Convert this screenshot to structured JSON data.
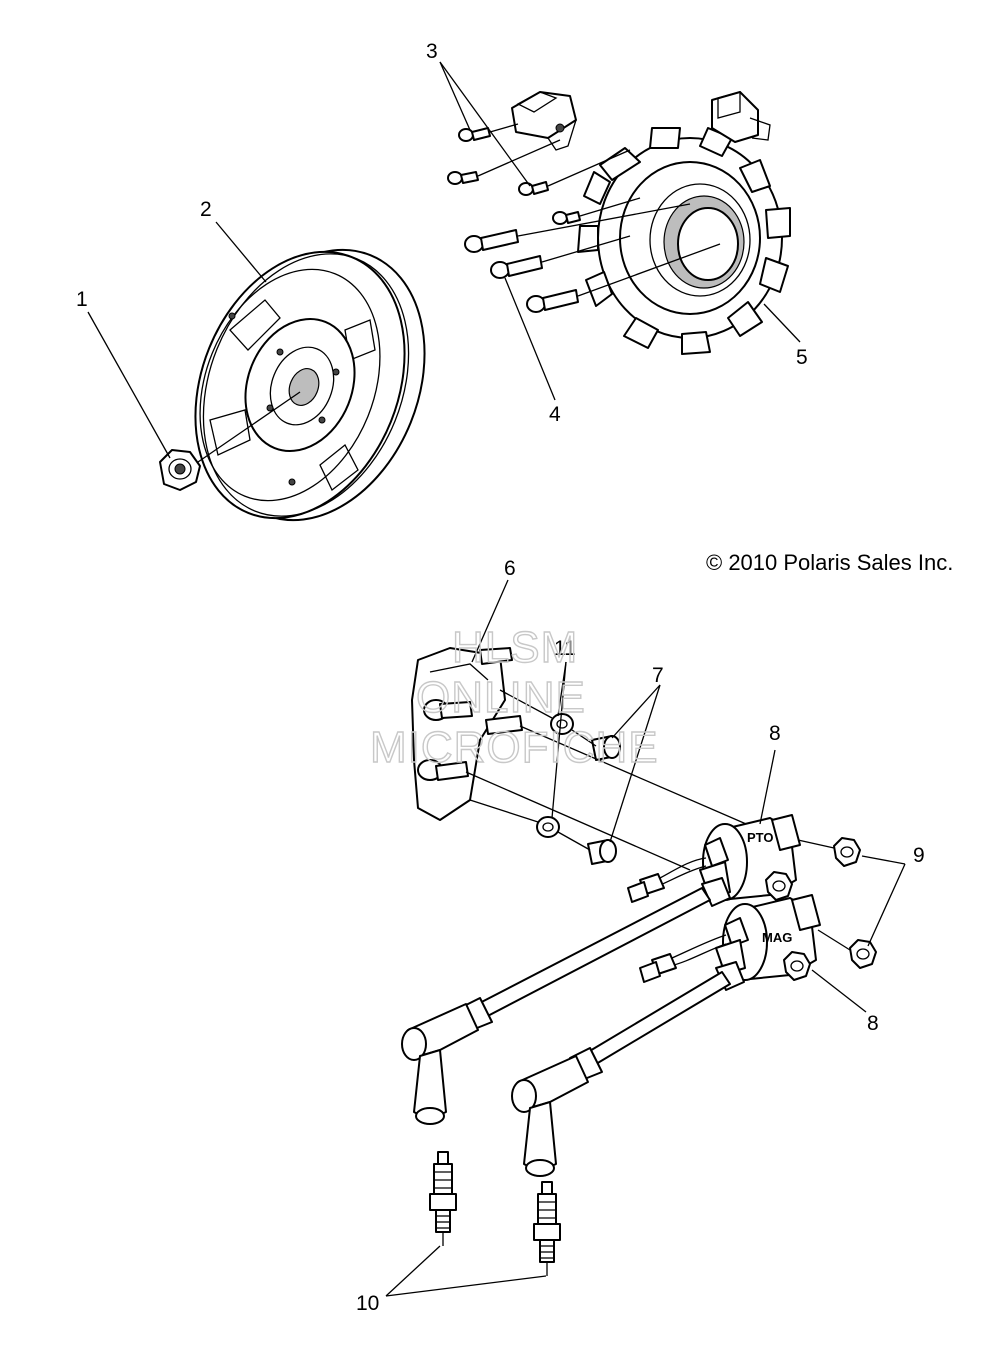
{
  "copyright": "© 2010 Polaris Sales Inc.",
  "watermark": {
    "line1": "HLSM",
    "line2": "ONLINE",
    "line3": "MICROFICHE"
  },
  "coil_labels": {
    "pto": "PTO",
    "mag": "MAG"
  },
  "callouts": [
    {
      "id": "1",
      "label": "1"
    },
    {
      "id": "2",
      "label": "2"
    },
    {
      "id": "3",
      "label": "3"
    },
    {
      "id": "4",
      "label": "4"
    },
    {
      "id": "5",
      "label": "5"
    },
    {
      "id": "6",
      "label": "6"
    },
    {
      "id": "7",
      "label": "7"
    },
    {
      "id": "8a",
      "label": "8"
    },
    {
      "id": "8b",
      "label": "8"
    },
    {
      "id": "9",
      "label": "9"
    },
    {
      "id": "10",
      "label": "10"
    },
    {
      "id": "11",
      "label": "11"
    }
  ]
}
